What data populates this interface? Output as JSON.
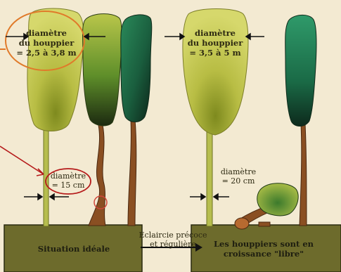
{
  "left_panel": {
    "crown_diameter": [
      "diamètre",
      "du houppier",
      "= 2,5 à 3,8 m"
    ],
    "trunk_diameter": [
      "diamètre",
      "= 15 cm"
    ],
    "caption": "Situation idéale"
  },
  "middle": {
    "action": [
      "Eclaircie précoce",
      "et régulière"
    ]
  },
  "right_panel": {
    "crown_diameter": [
      "diamètre",
      "du houppier",
      "= 3,5 à 5 m"
    ],
    "trunk_diameter": [
      "diamètre",
      "= 20 cm"
    ],
    "caption": [
      "Les houppiers sont en",
      "croissance \"libre\""
    ]
  },
  "colors": {
    "background": "#f3ead2",
    "ground": "#6d6b2c",
    "ideal_crown": "#c9cc52",
    "dark_crown": "#1f6b47",
    "trunk_brown": "#8a4f22",
    "highlight_orange": "#e07a2a",
    "highlight_red": "#b51a1a"
  }
}
